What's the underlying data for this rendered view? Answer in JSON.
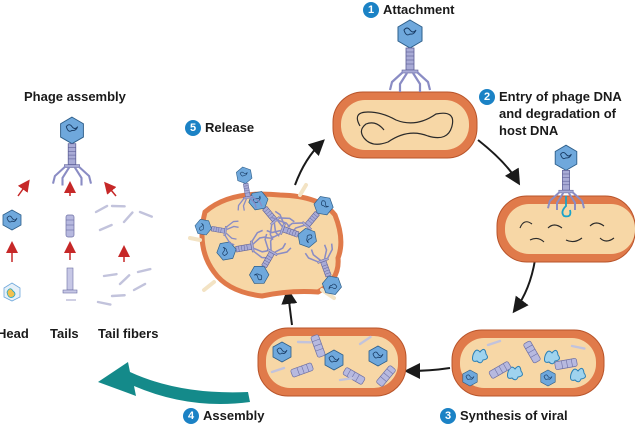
{
  "steps": [
    {
      "number": "1",
      "label": "Attachment"
    },
    {
      "number": "2",
      "label_lines": [
        "Entry of phage DNA",
        "and degradation of",
        "host DNA"
      ]
    },
    {
      "number": "3",
      "label": "Synthesis of viral"
    },
    {
      "number": "4",
      "label": "Assembly"
    },
    {
      "number": "5",
      "label": "Release"
    }
  ],
  "assembly": {
    "title": "Phage assembly",
    "parts": [
      "Head",
      "Tails",
      "Tail fibers"
    ]
  },
  "colors": {
    "badge": "#1b82c5",
    "cell_wall": "#e07a4a",
    "cytoplasm": "#f7d7a6",
    "phage_body": "#a9abd6",
    "phage_head": "#6fa8dc",
    "dna": "#1aa3c9",
    "cycle_arrow": "#1a1a1a",
    "build_arrow": "#c62828",
    "big_arrow": "#148a8a"
  },
  "icons": [
    "phage-icon",
    "bacterium-icon",
    "cycle-arrow-icon",
    "assembly-arrow-icon"
  ]
}
